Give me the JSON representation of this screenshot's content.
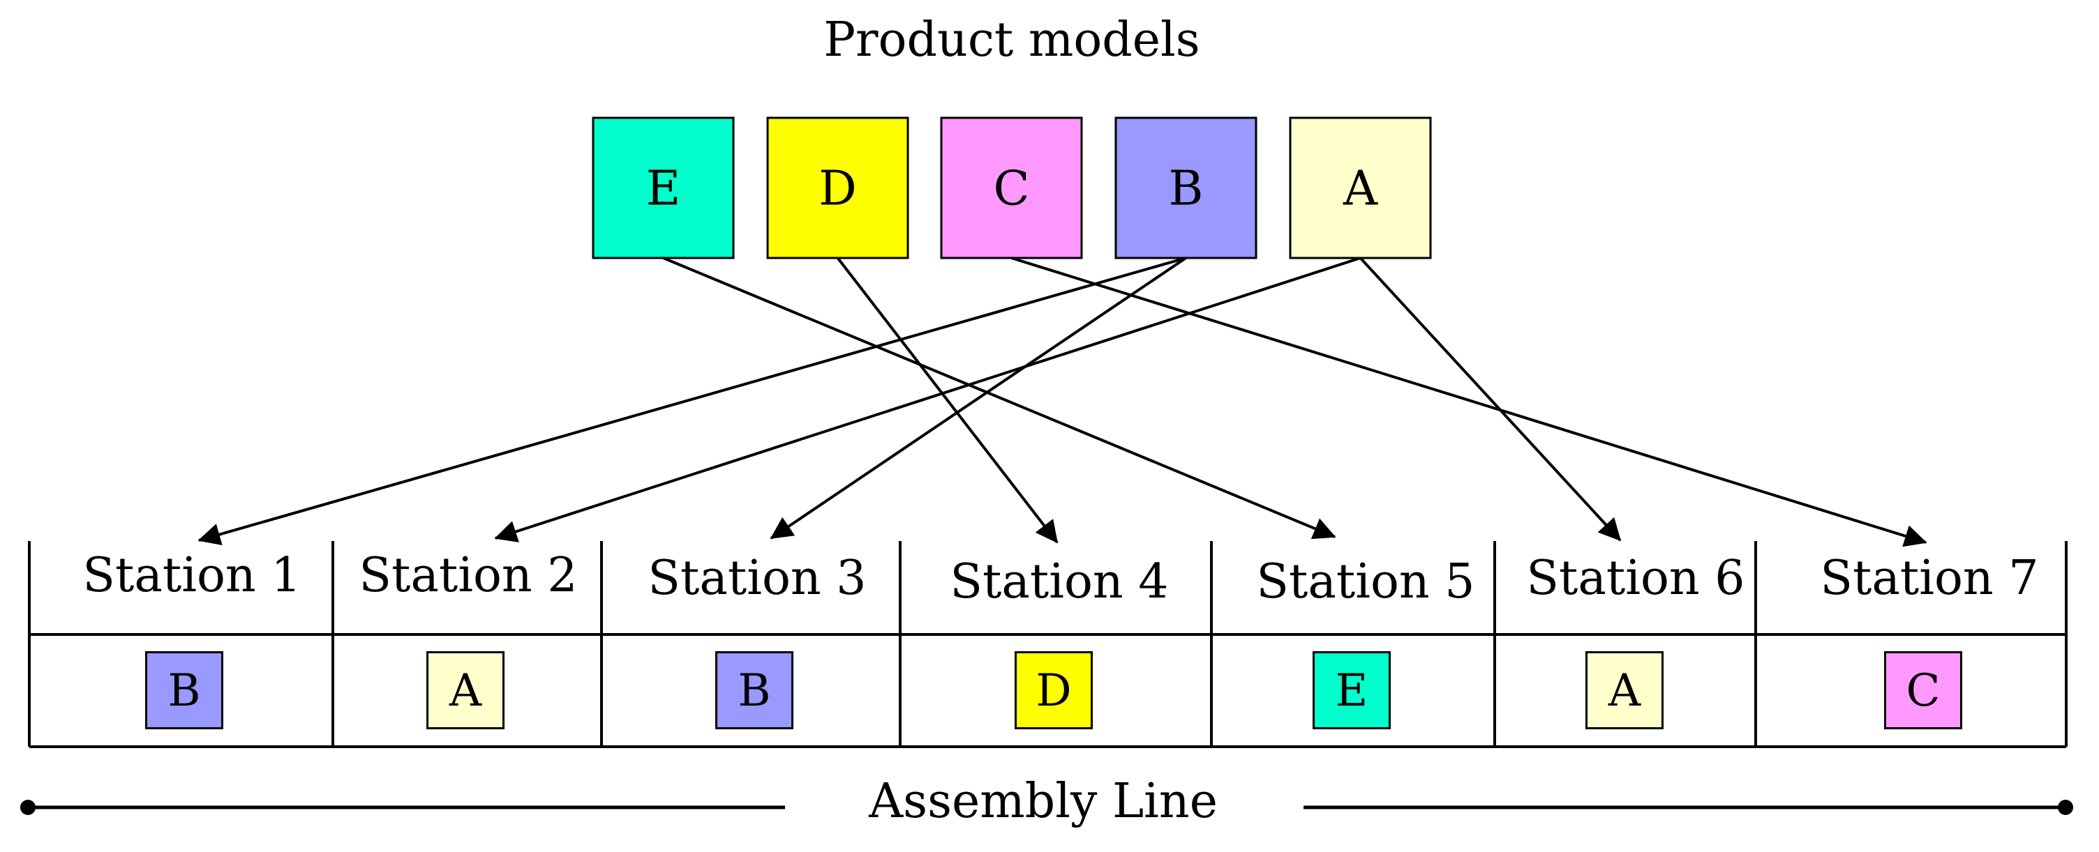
{
  "title": "Product models",
  "footer_label": "Assembly Line",
  "models": [
    {
      "label": "E",
      "color": "#00FFCC"
    },
    {
      "label": "D",
      "color": "#FFFF00"
    },
    {
      "label": "C",
      "color": "#FF99FF"
    },
    {
      "label": "B",
      "color": "#9999FF"
    },
    {
      "label": "A",
      "color": "#FFFFCC"
    }
  ],
  "stations": [
    {
      "label": "Station 1",
      "model": "B"
    },
    {
      "label": "Station 2",
      "model": "A"
    },
    {
      "label": "Station 3",
      "model": "B"
    },
    {
      "label": "Station 4",
      "model": "D"
    },
    {
      "label": "Station 5",
      "model": "E"
    },
    {
      "label": "Station 6",
      "model": "A"
    },
    {
      "label": "Station 7",
      "model": "C"
    }
  ]
}
